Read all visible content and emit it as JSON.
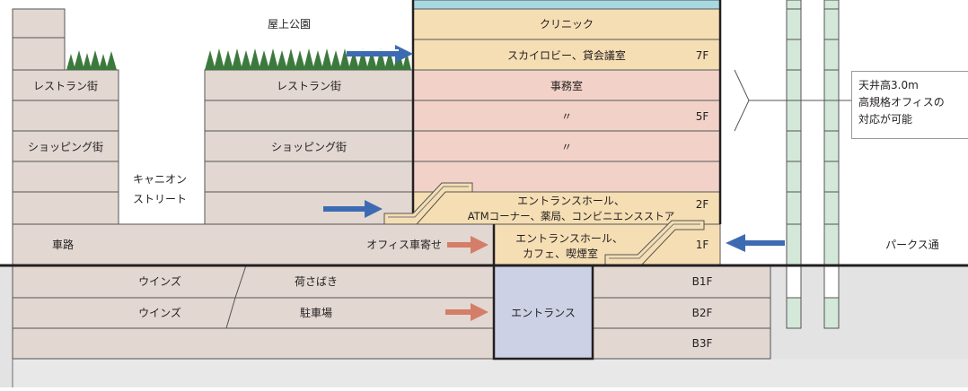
{
  "labels": {
    "rooftop_park": "屋上公園",
    "restaurant_left": "レストラン街",
    "restaurant_mid": "レストラン街",
    "shopping_left": "ショッピング街",
    "shopping_mid": "ショッピング街",
    "canyon_1": "キャニオン",
    "canyon_2": "ストリート",
    "road": "車路",
    "office_dropoff": "オフィス車寄せ",
    "park_street": "パークス通",
    "winds_1": "ウインズ",
    "winds_2": "ウインズ",
    "loading": "荷さばき",
    "parking": "駐車場",
    "entrance_b2": "エントランス"
  },
  "tower": {
    "clinic": "クリニック",
    "sky_lobby": "スカイロビー、貸会議室",
    "floor_7": "7F",
    "office": "事務室",
    "ditto_1": "〃",
    "floor_5": "5F",
    "ditto_2": "〃",
    "hall_2f_1": "エントランスホール、",
    "hall_2f_2": "ATMコーナー、薬局、コンビニエンスストア",
    "floor_2": "2F",
    "hall_1f_1": "エントランスホール、",
    "hall_1f_2": "カフェ、喫煙室",
    "floor_1": "1F"
  },
  "basement": {
    "b1": "B1F",
    "b2": "B2F",
    "b3": "B3F"
  },
  "note": {
    "line1": "天井高3.0m",
    "line2": "高規格オフィスの",
    "line3": "対応が可能"
  },
  "colors": {
    "building": "#e2d7d1",
    "clinic": "#f5deb3",
    "office": "#f2d2c8",
    "sky": "#a8d8e2",
    "column": "#d4e8d9",
    "basement_entrance": "#cdd1e6",
    "ground_gray": "#e3e3e4",
    "arrow_blue": "#3d6bb3",
    "arrow_red": "#d47d68",
    "tree": "#3b7a3c"
  }
}
